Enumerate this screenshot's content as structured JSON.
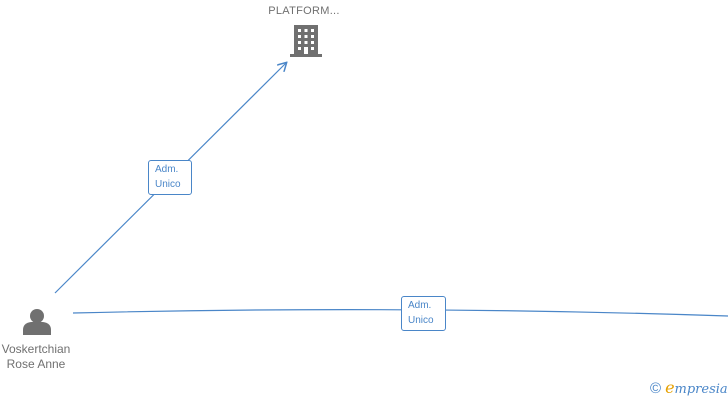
{
  "nodes": {
    "company": {
      "label": "PLATFORM...",
      "icon": "building-icon"
    },
    "person": {
      "name_line1": "Voskertchian",
      "name_line2": "Rose Anne",
      "icon": "person-icon"
    }
  },
  "edges": [
    {
      "line1": "Adm.",
      "line2": "Unico"
    },
    {
      "line1": "Adm.",
      "line2": "Unico"
    }
  ],
  "brand": {
    "copyright": "©",
    "initial": "e",
    "rest": "mpresia"
  },
  "colors": {
    "edge": "#4a86c8",
    "icon": "#707070",
    "brand_accent": "#e6a000"
  }
}
